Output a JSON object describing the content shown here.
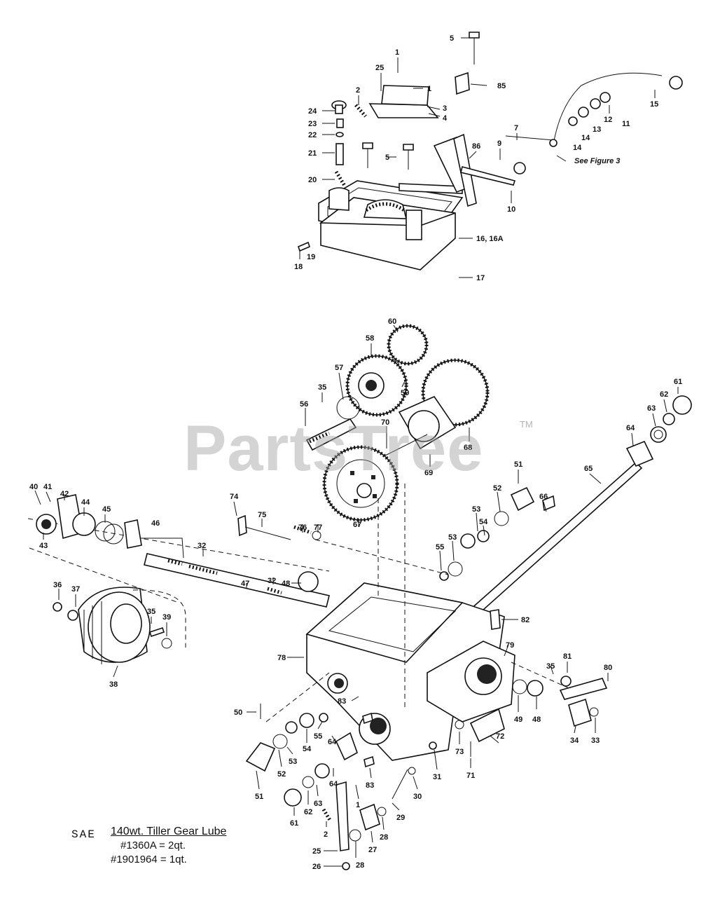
{
  "watermark": {
    "text": "PartsTree",
    "trademark": "TM"
  },
  "reference_note": "See Figure 3",
  "lube_note": {
    "prefix": "SAE",
    "line1": "140wt. Tiller Gear Lube",
    "line2": "#1360A = 2qt.",
    "line3": "#1901964 = 1qt."
  },
  "callouts": [
    {
      "id": "c5a",
      "text": "5"
    },
    {
      "id": "c1a",
      "text": "1"
    },
    {
      "id": "c25a",
      "text": "25"
    },
    {
      "id": "c85",
      "text": "85"
    },
    {
      "id": "c1b",
      "text": "1"
    },
    {
      "id": "c2a",
      "text": "2"
    },
    {
      "id": "c3",
      "text": "3"
    },
    {
      "id": "c4",
      "text": "4"
    },
    {
      "id": "c24",
      "text": "24"
    },
    {
      "id": "c23",
      "text": "23"
    },
    {
      "id": "c22",
      "text": "22"
    },
    {
      "id": "c21",
      "text": "21"
    },
    {
      "id": "c20",
      "text": "20"
    },
    {
      "id": "c5b",
      "text": "5"
    },
    {
      "id": "c15",
      "text": "15"
    },
    {
      "id": "c12",
      "text": "12"
    },
    {
      "id": "c11",
      "text": "11"
    },
    {
      "id": "c13",
      "text": "13"
    },
    {
      "id": "c14a",
      "text": "14"
    },
    {
      "id": "c14b",
      "text": "14"
    },
    {
      "id": "c7",
      "text": "7"
    },
    {
      "id": "c9",
      "text": "9"
    },
    {
      "id": "c86",
      "text": "86"
    },
    {
      "id": "c10",
      "text": "10"
    },
    {
      "id": "c16",
      "text": "16, 16A"
    },
    {
      "id": "c18",
      "text": "18"
    },
    {
      "id": "c19",
      "text": "19"
    },
    {
      "id": "c17",
      "text": "17"
    },
    {
      "id": "c60",
      "text": "60"
    },
    {
      "id": "c58",
      "text": "58"
    },
    {
      "id": "c59",
      "text": "59"
    },
    {
      "id": "c57",
      "text": "57"
    },
    {
      "id": "c35a",
      "text": "35"
    },
    {
      "id": "c56",
      "text": "56"
    },
    {
      "id": "c70",
      "text": "70"
    },
    {
      "id": "c69",
      "text": "69"
    },
    {
      "id": "c68",
      "text": "68"
    },
    {
      "id": "c61a",
      "text": "61"
    },
    {
      "id": "c62a",
      "text": "62"
    },
    {
      "id": "c63a",
      "text": "63"
    },
    {
      "id": "c64a",
      "text": "64"
    },
    {
      "id": "c65",
      "text": "65"
    },
    {
      "id": "c51a",
      "text": "51"
    },
    {
      "id": "c52a",
      "text": "52"
    },
    {
      "id": "c66",
      "text": "66"
    },
    {
      "id": "c53a",
      "text": "53"
    },
    {
      "id": "c54a",
      "text": "54"
    },
    {
      "id": "c53b",
      "text": "53"
    },
    {
      "id": "c55a",
      "text": "55"
    },
    {
      "id": "c67",
      "text": "67"
    },
    {
      "id": "c40",
      "text": "40"
    },
    {
      "id": "c41",
      "text": "41"
    },
    {
      "id": "c42",
      "text": "42"
    },
    {
      "id": "c44",
      "text": "44"
    },
    {
      "id": "c45",
      "text": "45"
    },
    {
      "id": "c43",
      "text": "43"
    },
    {
      "id": "c46",
      "text": "46"
    },
    {
      "id": "c74",
      "text": "74"
    },
    {
      "id": "c75",
      "text": "75"
    },
    {
      "id": "c76",
      "text": "76"
    },
    {
      "id": "c77",
      "text": "77"
    },
    {
      "id": "c32a",
      "text": "32"
    },
    {
      "id": "c32b",
      "text": "32"
    },
    {
      "id": "c47",
      "text": "47"
    },
    {
      "id": "c48a",
      "text": "48"
    },
    {
      "id": "c36",
      "text": "36"
    },
    {
      "id": "c37",
      "text": "37"
    },
    {
      "id": "c35b",
      "text": "35"
    },
    {
      "id": "c39",
      "text": "39"
    },
    {
      "id": "c38",
      "text": "38"
    },
    {
      "id": "c82",
      "text": "82"
    },
    {
      "id": "c78",
      "text": "78"
    },
    {
      "id": "c79",
      "text": "79"
    },
    {
      "id": "c81",
      "text": "81"
    },
    {
      "id": "c35c",
      "text": "35"
    },
    {
      "id": "c80",
      "text": "80"
    },
    {
      "id": "c49",
      "text": "49"
    },
    {
      "id": "c48b",
      "text": "48"
    },
    {
      "id": "c34",
      "text": "34"
    },
    {
      "id": "c33",
      "text": "33"
    },
    {
      "id": "c50",
      "text": "50"
    },
    {
      "id": "c83a",
      "text": "83"
    },
    {
      "id": "c55b",
      "text": "55"
    },
    {
      "id": "c54b",
      "text": "54"
    },
    {
      "id": "c64b",
      "text": "64"
    },
    {
      "id": "c53c",
      "text": "53"
    },
    {
      "id": "c52b",
      "text": "52"
    },
    {
      "id": "c51b",
      "text": "51"
    },
    {
      "id": "c64c",
      "text": "64"
    },
    {
      "id": "c73",
      "text": "73"
    },
    {
      "id": "c72",
      "text": "72"
    },
    {
      "id": "c71",
      "text": "71"
    },
    {
      "id": "c31",
      "text": "31"
    },
    {
      "id": "c83b",
      "text": "83"
    },
    {
      "id": "c63b",
      "text": "63"
    },
    {
      "id": "c62b",
      "text": "62"
    },
    {
      "id": "c61b",
      "text": "61"
    },
    {
      "id": "c1c",
      "text": "1"
    },
    {
      "id": "c30",
      "text": "30"
    },
    {
      "id": "c2b",
      "text": "2"
    },
    {
      "id": "c29",
      "text": "29"
    },
    {
      "id": "c28a",
      "text": "28"
    },
    {
      "id": "c27",
      "text": "27"
    },
    {
      "id": "c25b",
      "text": "25"
    },
    {
      "id": "c28b",
      "text": "28"
    },
    {
      "id": "c26",
      "text": "26"
    }
  ]
}
